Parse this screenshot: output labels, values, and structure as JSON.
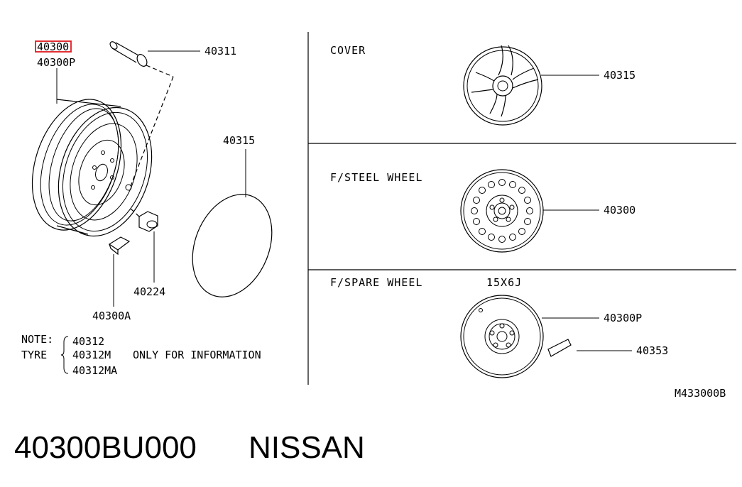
{
  "diagram": {
    "left_labels": {
      "wheel_part_highlighted": "40300",
      "wheel_part_spare": "40300P",
      "valve": "40311",
      "cover": "40315",
      "nut": "40224",
      "weight": "40300A"
    },
    "note": {
      "note_label": "NOTE:",
      "tyre_label": "TYRE",
      "tyre_parts": [
        "40312",
        "40312M",
        "40312MA"
      ],
      "info_text": "ONLY FOR INFORMATION"
    },
    "sections": [
      {
        "title": "COVER",
        "part": "40315"
      },
      {
        "title": "F/STEEL WHEEL",
        "part": "40300"
      },
      {
        "title": "F/SPARE WHEEL",
        "size": "15X6J",
        "part": "40300P",
        "extra_part": "40353"
      }
    ],
    "diagram_code": "M433000B",
    "highlight_color": "#e0191f"
  },
  "footer": {
    "part_number": "40300BU000",
    "brand": "NISSAN"
  }
}
